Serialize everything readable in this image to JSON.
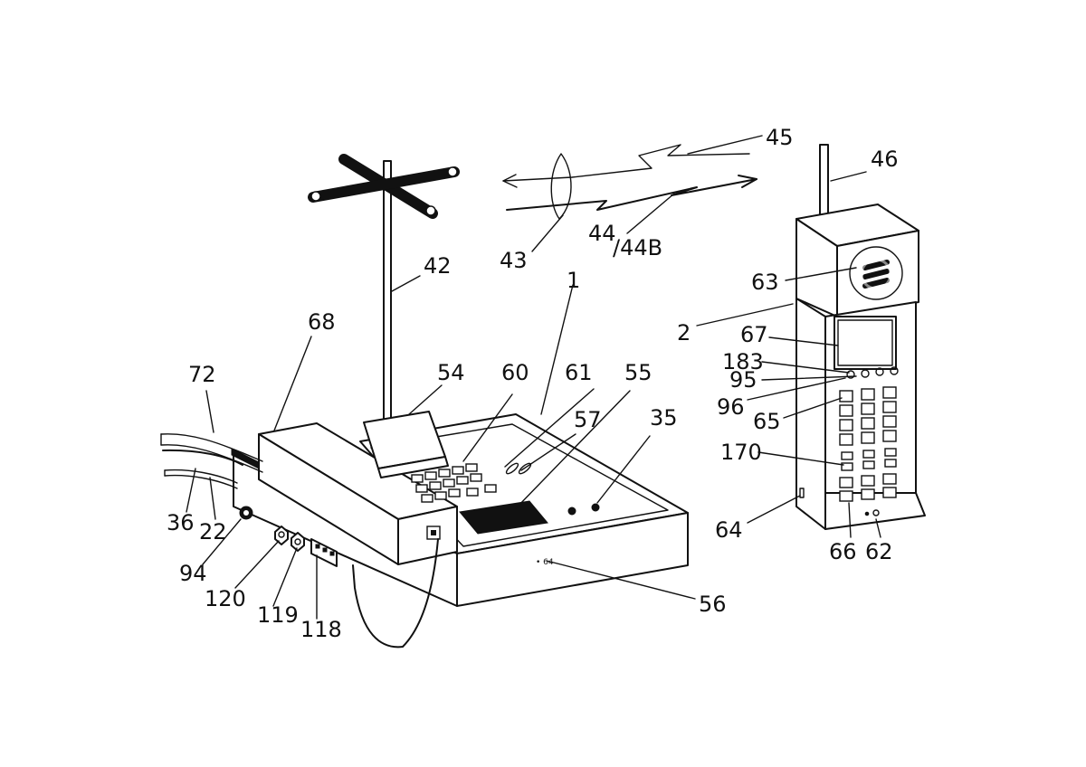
{
  "figure": {
    "base_text": "• 64"
  },
  "labels": {
    "l1": "1",
    "l2": "2",
    "l22": "22",
    "l35": "35",
    "l36": "36",
    "l42": "42",
    "l43": "43",
    "l44": "44",
    "l44b": "/44B",
    "l45": "45",
    "l46": "46",
    "l54": "54",
    "l55": "55",
    "l56": "56",
    "l57": "57",
    "l60": "60",
    "l61": "61",
    "l62": "62",
    "l63": "63",
    "l64": "64",
    "l65": "65",
    "l66": "66",
    "l67": "67",
    "l68": "68",
    "l72": "72",
    "l94": "94",
    "l95": "95",
    "l96": "96",
    "l118": "118",
    "l119": "119",
    "l120": "120",
    "l170": "170",
    "l183": "183"
  }
}
